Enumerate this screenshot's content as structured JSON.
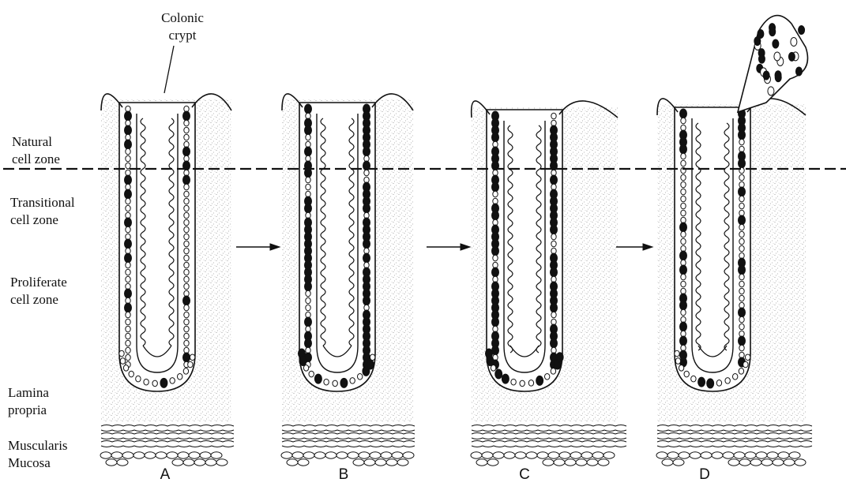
{
  "labels": {
    "colonic_crypt": [
      "Colonic",
      "crypt"
    ],
    "natural_zone": [
      "Natural",
      "cell zone"
    ],
    "transitional_zone": [
      "Transitional",
      "cell zone"
    ],
    "proliferate_zone": [
      "Proliferate",
      "cell zone"
    ],
    "lamina_propria": [
      "Lamina",
      "propria"
    ],
    "muscularis_mucosa": [
      "Muscularis",
      "Mucosa"
    ]
  },
  "panels": [
    "A",
    "B",
    "C",
    "D"
  ],
  "colors": {
    "ink": "#111111",
    "stipple": "#8a8a8a"
  }
}
